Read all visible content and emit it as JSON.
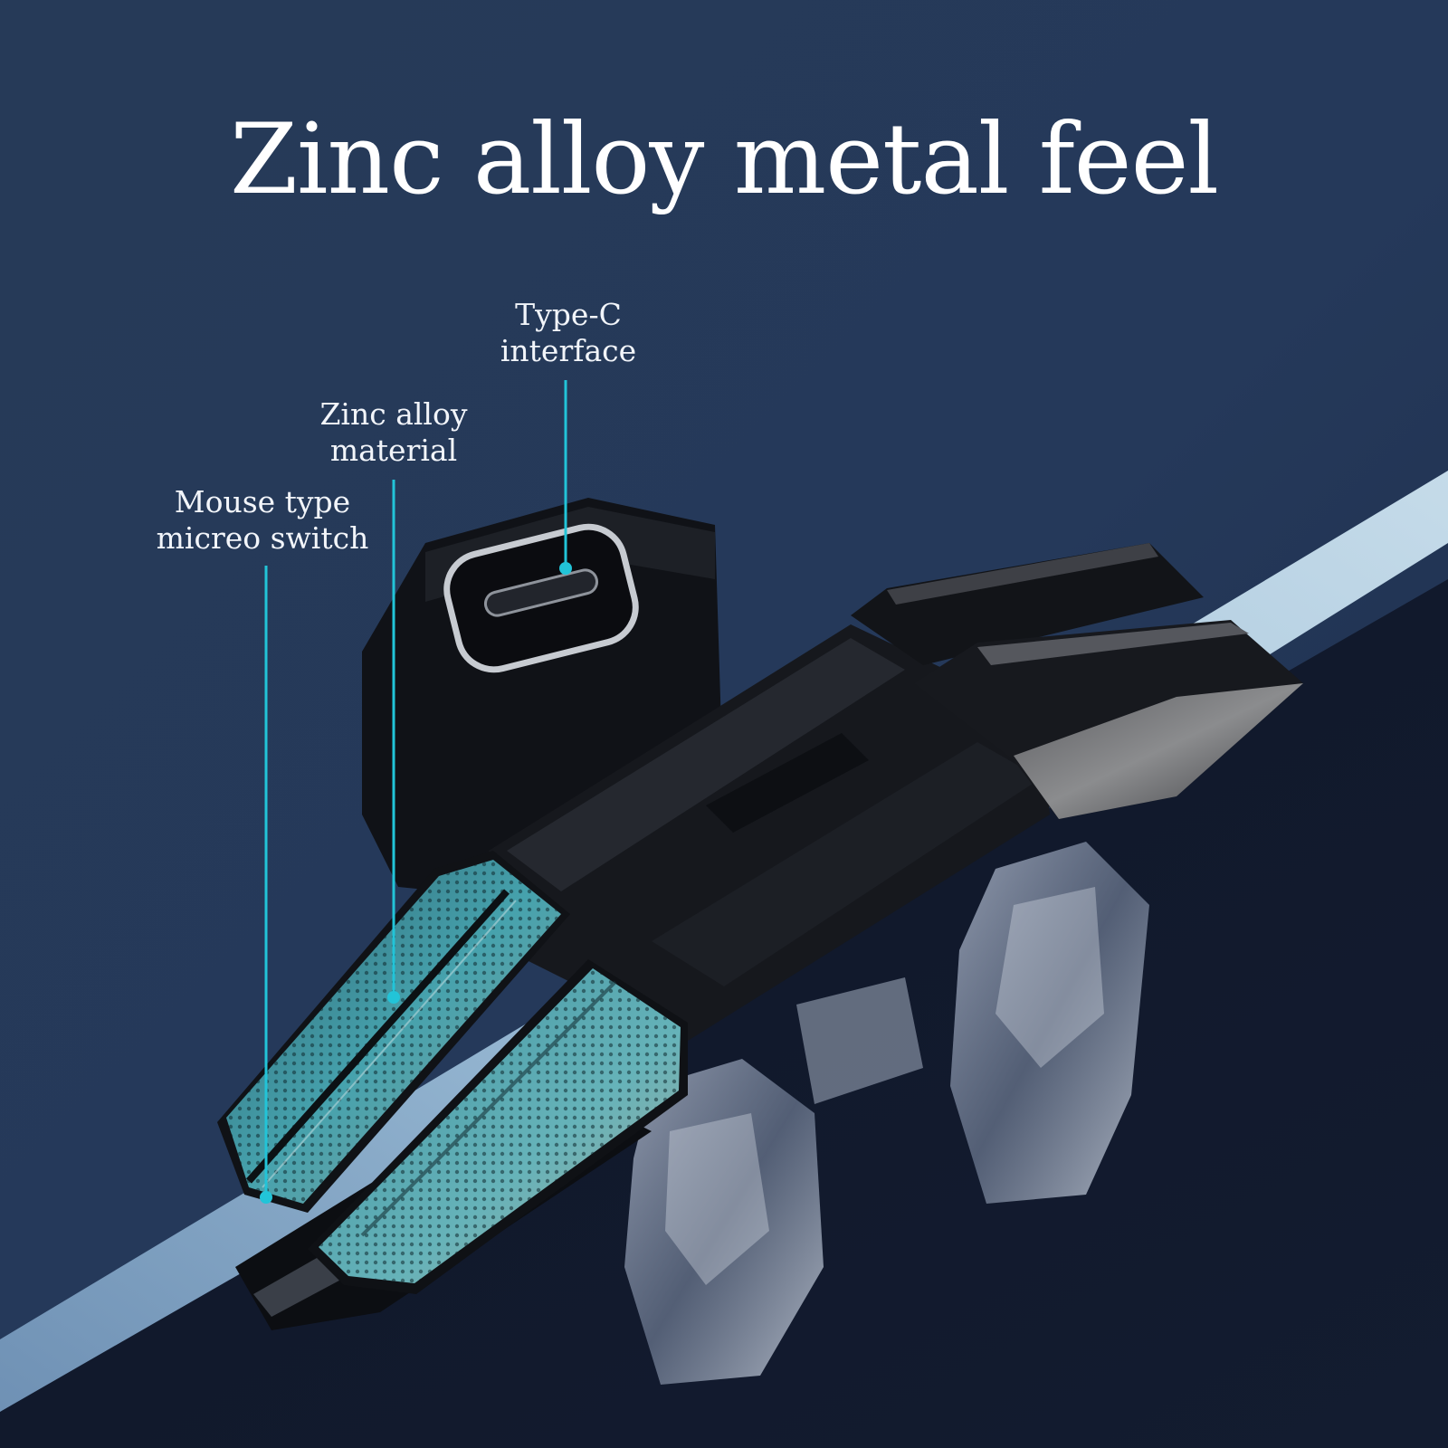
{
  "headline": "Zinc alloy metal feel",
  "callouts": {
    "typec": {
      "line1": "Type-C",
      "line2": "interface"
    },
    "zinc": {
      "line1": "Zinc alloy",
      "line2": "material"
    },
    "mouse": {
      "line1": "Mouse type",
      "line2": "micreo switch"
    }
  },
  "colors": {
    "background_top": "#24344f",
    "background_bottom": "#1b2b4a",
    "callout_line": "#22c4d8",
    "trigger_pad": "#3f8f9c",
    "body": "#15171b",
    "headline": "#ffffff"
  }
}
